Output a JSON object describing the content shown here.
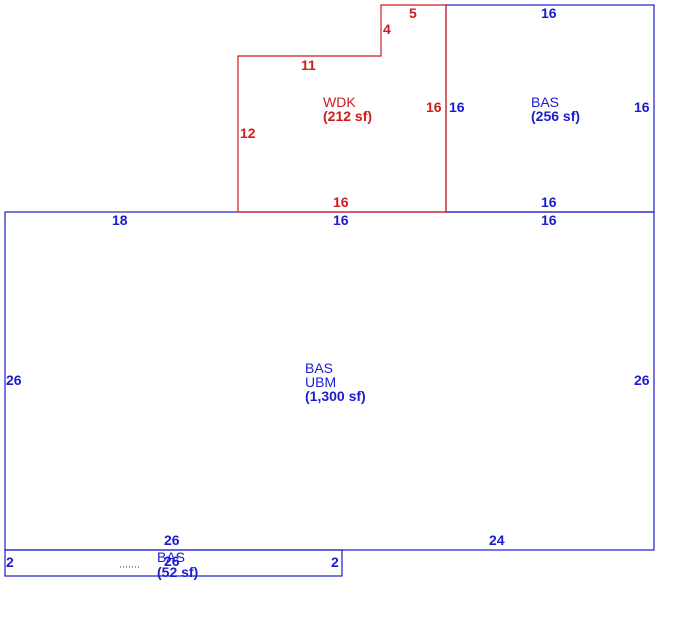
{
  "colors": {
    "bas": "#1b1bd0",
    "wdk": "#d01b1b",
    "dotted": "#333333"
  },
  "areas": {
    "wdk": {
      "code": "WDK",
      "area": "(212 sf)"
    },
    "bas_upper": {
      "code": "BAS",
      "area": "(256 sf)"
    },
    "bas_main": {
      "code": "BAS",
      "code2": "UBM",
      "area": "(1,300 sf)"
    },
    "bas_lower": {
      "code": "BAS",
      "area": "(52 sf)",
      "overlap": "26"
    }
  },
  "dimensions": {
    "wdk_top_step": "5",
    "wdk_step_side": "4",
    "wdk_top": "11",
    "wdk_left": "12",
    "wdk_right": "16",
    "wdk_bottom": "16",
    "bas_upper_top": "16",
    "bas_upper_left": "16",
    "bas_upper_right": "16",
    "bas_upper_bottom": "16",
    "main_top_left": "18",
    "main_top_mid": "16",
    "main_top_right": "16",
    "main_left": "26",
    "main_right": "26",
    "main_bottom_left": "26",
    "main_bottom_right": "24",
    "lower_left": "2",
    "lower_right": "2"
  }
}
